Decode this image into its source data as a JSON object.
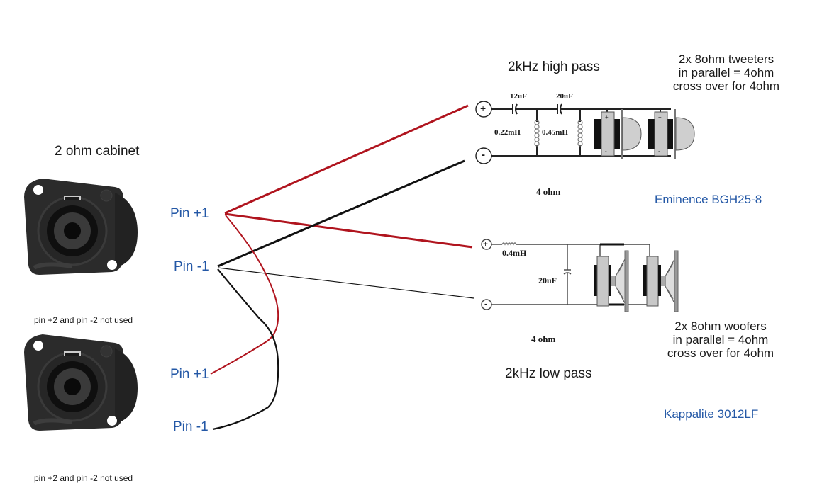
{
  "cabinet": {
    "title": "2 ohm cabinet",
    "connectors": [
      {
        "pin_pos_label": "Pin +1",
        "pin_neg_label": "Pin -1",
        "note": "pin +2 and pin -2 not used"
      },
      {
        "pin_pos_label": "Pin +1",
        "pin_neg_label": "Pin -1",
        "note": "pin +2 and pin -2 not used"
      }
    ]
  },
  "high_pass": {
    "title": "2kHz high pass",
    "impedance": "4 ohm",
    "components": {
      "c1": "12uF",
      "c2": "20uF",
      "l1": "0.22mH",
      "l2": "0.45mH"
    },
    "terminal_pos": "+",
    "terminal_neg": "-",
    "speaker_note": [
      "2x 8ohm tweeters",
      "in parallel = 4ohm",
      "cross over for 4ohm"
    ],
    "driver_model": "Eminence BGH25-8"
  },
  "low_pass": {
    "title": "2kHz low pass",
    "impedance": "4 ohm",
    "components": {
      "l1": "0.4mH",
      "c1": "20uF"
    },
    "terminal_pos": "+",
    "terminal_neg": "-",
    "speaker_note": [
      "2x 8ohm woofers",
      "in parallel = 4ohm",
      "cross over for 4ohm"
    ],
    "driver_model": "Kappalite 3012LF"
  },
  "colors": {
    "positive_wire": "#b0141e",
    "negative_wire": "#111111",
    "label_blue": "#2458a6"
  }
}
